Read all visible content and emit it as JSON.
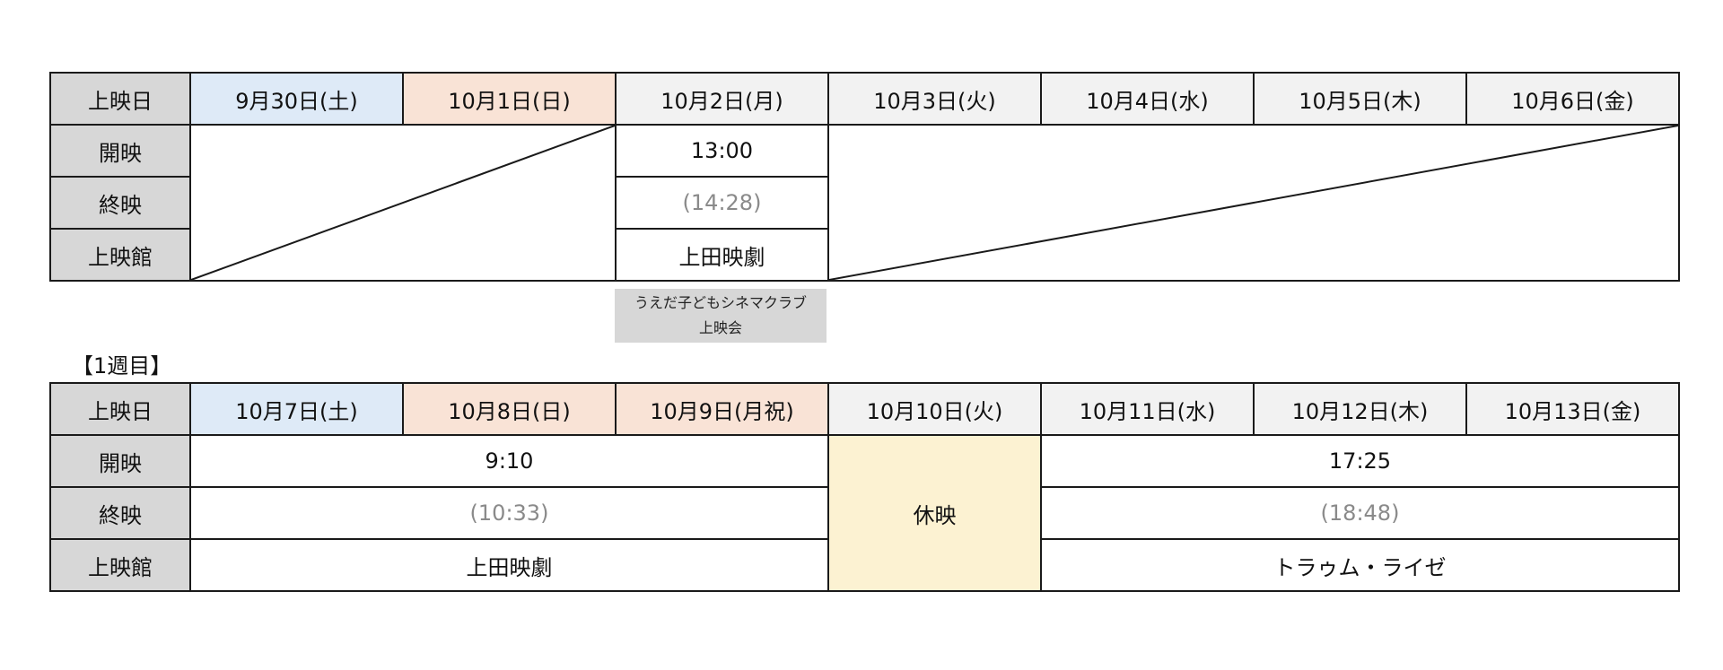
{
  "week0": {
    "dates": [
      {
        "label": "9月30日(土)",
        "kind": "sat"
      },
      {
        "label": "10月1日(日)",
        "kind": "hol"
      },
      {
        "label": "10月2日(月)",
        "kind": "wk"
      },
      {
        "label": "10月3日(火)",
        "kind": "wk"
      },
      {
        "label": "10月4日(水)",
        "kind": "wk"
      },
      {
        "label": "10月5日(木)",
        "kind": "wk"
      },
      {
        "label": "10月6日(金)",
        "kind": "wk"
      }
    ],
    "start": "13:00",
    "end": "(14:28)",
    "theater": "上田映劇",
    "note_line1": "うえだ子どもシネマクラブ",
    "note_line2": "上映会"
  },
  "week1": {
    "title": "【1週目】",
    "dates": [
      {
        "label": "10月7日(土)",
        "kind": "sat"
      },
      {
        "label": "10月8日(日)",
        "kind": "hol"
      },
      {
        "label": "10月9日(月祝)",
        "kind": "hol"
      },
      {
        "label": "10月10日(火)",
        "kind": "wk"
      },
      {
        "label": "10月11日(水)",
        "kind": "wk"
      },
      {
        "label": "10月12日(木)",
        "kind": "wk"
      },
      {
        "label": "10月13日(金)",
        "kind": "wk"
      }
    ],
    "block_a": {
      "start": "9:10",
      "end": "(10:33)",
      "theater": "上田映劇"
    },
    "closed": "休映",
    "block_b": {
      "start": "17:25",
      "end": "(18:48)",
      "theater": "トラゥム・ライゼ"
    }
  },
  "row_labels": {
    "date": "上映日",
    "start": "開映",
    "end": "終映",
    "theater": "上映館"
  },
  "colors": {
    "label_bg": "#d7d7d7",
    "saturday_bg": "#deeaf7",
    "holiday_bg": "#f9e3d6",
    "weekday_bg": "#f2f2f2",
    "closed_bg": "#fcf2d2",
    "end_time_text": "#8a8a8a"
  }
}
